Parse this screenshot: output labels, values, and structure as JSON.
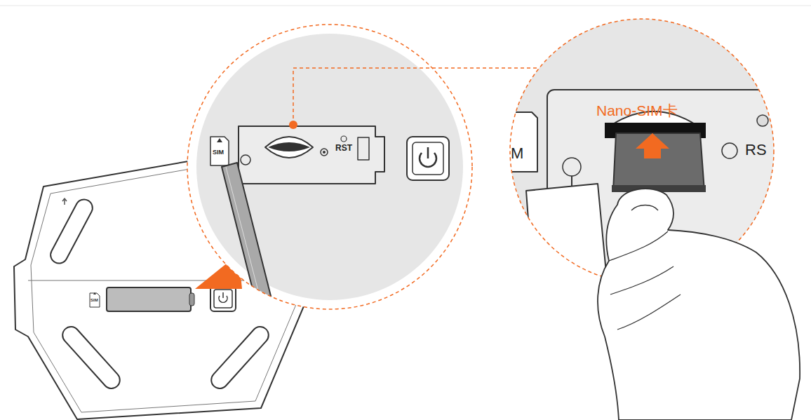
{
  "diagram": {
    "labels": [
      "SIM",
      "SIM",
      "RST",
      "M",
      "RS",
      "Nano-SIM卡"
    ]
  }
}
